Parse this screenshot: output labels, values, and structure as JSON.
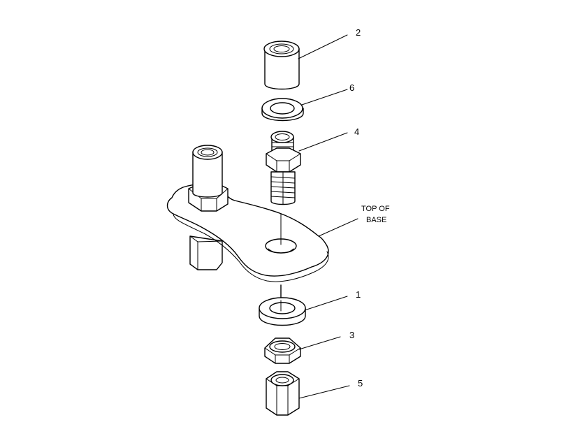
{
  "diagram": {
    "callouts": [
      {
        "id": "2",
        "label": "2"
      },
      {
        "id": "6",
        "label": "6"
      },
      {
        "id": "4",
        "label": "4"
      },
      {
        "id": "1",
        "label": "1"
      },
      {
        "id": "3",
        "label": "3"
      },
      {
        "id": "5",
        "label": "5"
      }
    ],
    "base_note": {
      "line1": "TOP OF",
      "line2": "BASE"
    },
    "colors": {
      "line": "#000000",
      "background": "#ffffff"
    }
  }
}
